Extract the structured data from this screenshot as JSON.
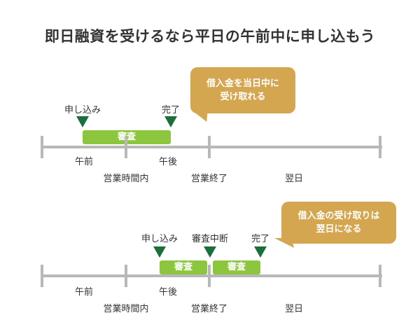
{
  "title": "即日融資を受けるなら平日の午前中に申し込もう",
  "timeline1": {
    "markers": {
      "apply": "申し込み",
      "complete": "完了"
    },
    "review": "審査",
    "bubble": [
      "借入金を当日中に",
      "受け取れる"
    ],
    "labels": {
      "morning": "午前",
      "afternoon": "午後",
      "hours": "営業時間内",
      "close": "営業終了",
      "next": "翌日"
    }
  },
  "timeline2": {
    "markers": {
      "apply": "申し込み",
      "paused": "審査中断",
      "complete": "完了"
    },
    "review_a": "審査",
    "review_b": "審査",
    "bubble": [
      "借入金の受け取りは",
      "翌日になる"
    ],
    "labels": {
      "morning": "午前",
      "afternoon": "午後",
      "hours": "営業時間内",
      "close": "営業終了",
      "next": "翌日"
    }
  },
  "colors": {
    "review_box": "#8cc63f",
    "marker": "#1b6f3a",
    "bubble": "#d4a650",
    "axis": "#b8b8b8"
  }
}
